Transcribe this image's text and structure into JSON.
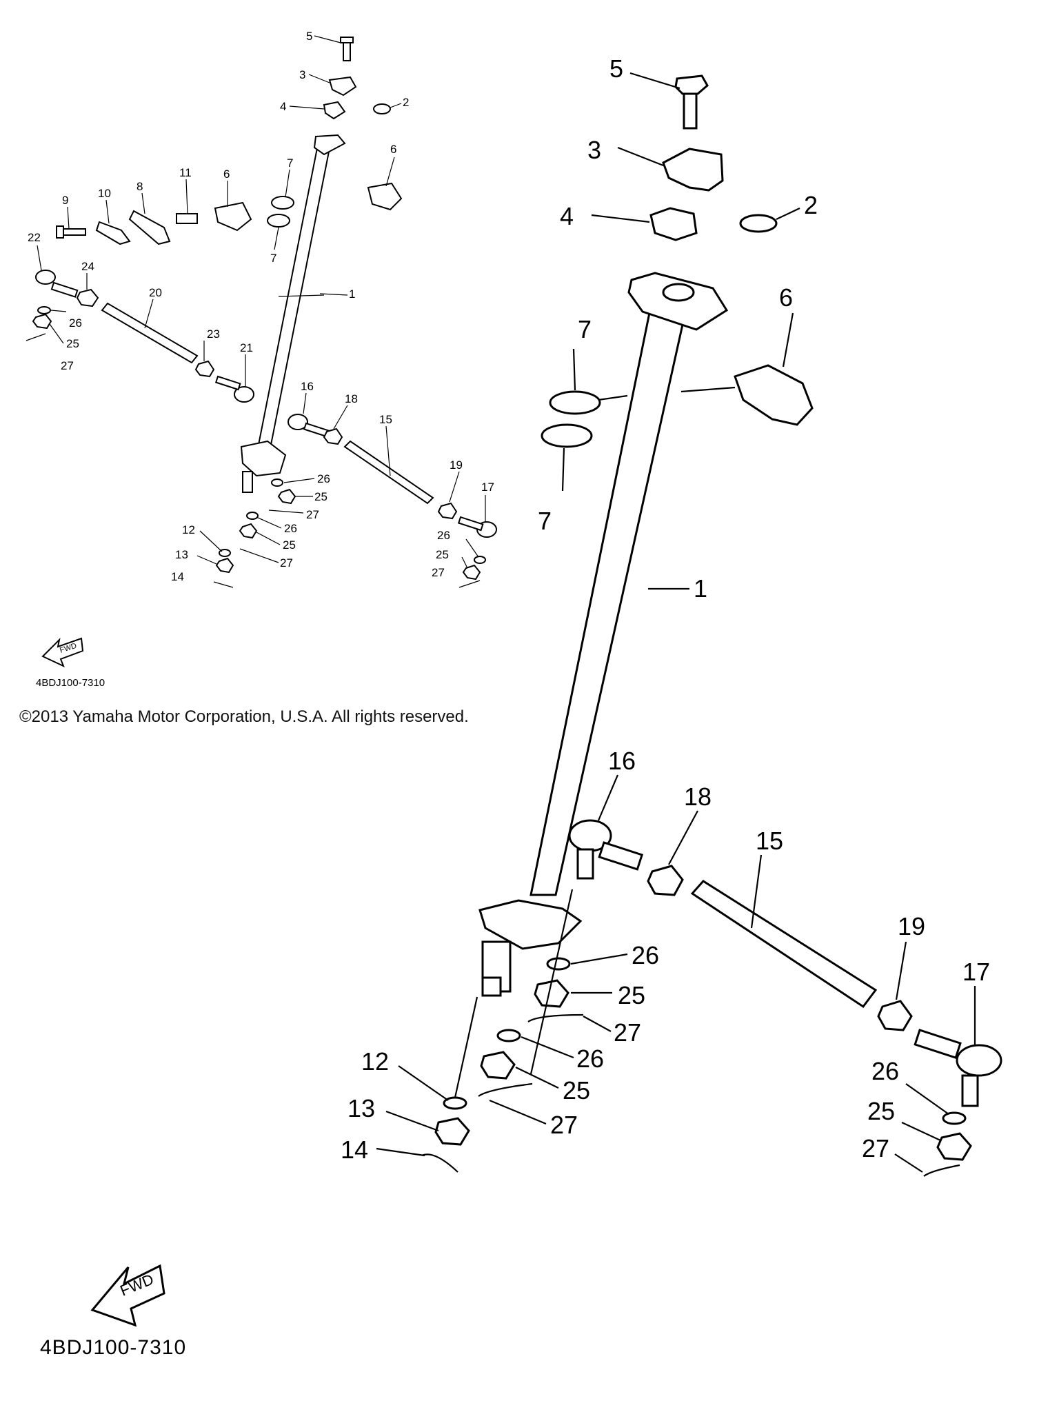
{
  "copyright": "©2013 Yamaha Motor Corporation, U.S.A. All rights reserved.",
  "diagram_code_small": "4BDJ100-7310",
  "diagram_code_large": "4BDJ100-7310",
  "direction_label": "FWD",
  "small_callouts": [
    "5",
    "3",
    "4",
    "2",
    "6",
    "7",
    "11",
    "6",
    "8",
    "10",
    "9",
    "7",
    "22",
    "24",
    "1",
    "20",
    "26",
    "25",
    "27",
    "23",
    "21",
    "16",
    "18",
    "15",
    "26",
    "25",
    "27",
    "26",
    "25",
    "27",
    "12",
    "13",
    "14",
    "19",
    "17",
    "26",
    "25",
    "27"
  ],
  "large_callouts": [
    "5",
    "3",
    "4",
    "2",
    "6",
    "7",
    "7",
    "1",
    "16",
    "18",
    "15",
    "26",
    "25",
    "27",
    "26",
    "25",
    "27",
    "19",
    "17",
    "12",
    "13",
    "14",
    "26",
    "25",
    "27"
  ]
}
